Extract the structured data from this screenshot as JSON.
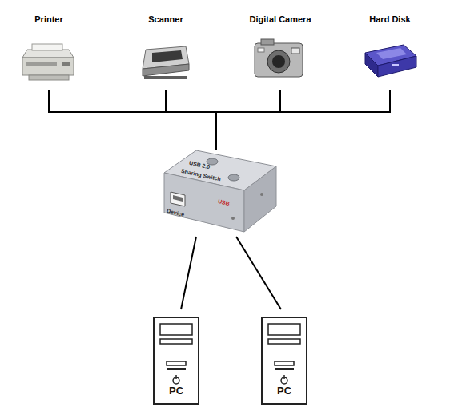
{
  "diagram": {
    "nodes": [
      {
        "text": [
          "Printer"
        ]
      },
      {
        "text": [
          "Scanner"
        ]
      },
      {
        "text": [
          "Digital Camera"
        ]
      },
      {
        "text": [
          "Hard Disk"
        ]
      },
      {
        "text": [
          "USB 2.0",
          "Sharing Switch",
          "USB",
          "Device"
        ]
      },
      {
        "text": [
          "PC"
        ]
      },
      {
        "text": [
          "PC"
        ]
      }
    ],
    "edges": [
      {
        "from": 0,
        "to": 4,
        "arrow": "none"
      },
      {
        "from": 1,
        "to": 4,
        "arrow": "none"
      },
      {
        "from": 2,
        "to": 4,
        "arrow": "none"
      },
      {
        "from": 3,
        "to": 4,
        "arrow": "none"
      },
      {
        "from": 4,
        "to": 5,
        "arrow": "none"
      },
      {
        "from": 4,
        "to": 6,
        "arrow": "none"
      }
    ]
  }
}
